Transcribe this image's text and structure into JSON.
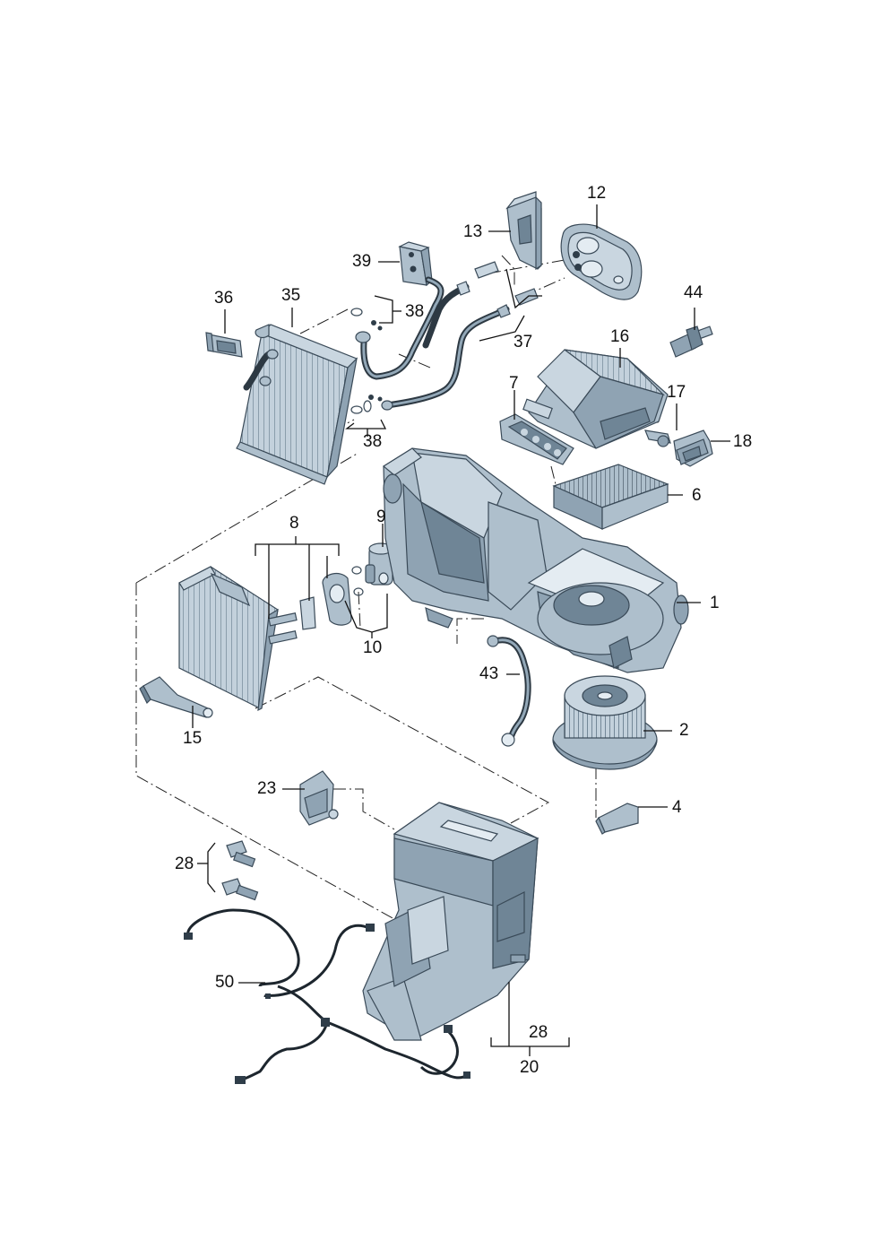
{
  "diagram": {
    "callouts": [
      {
        "id": "c1",
        "label": "1"
      },
      {
        "id": "c2",
        "label": "2"
      },
      {
        "id": "c4",
        "label": "4"
      },
      {
        "id": "c6",
        "label": "6"
      },
      {
        "id": "c7",
        "label": "7"
      },
      {
        "id": "c8",
        "label": "8"
      },
      {
        "id": "c9",
        "label": "9"
      },
      {
        "id": "c10",
        "label": "10"
      },
      {
        "id": "c12",
        "label": "12"
      },
      {
        "id": "c13",
        "label": "13"
      },
      {
        "id": "c15",
        "label": "15"
      },
      {
        "id": "c16",
        "label": "16"
      },
      {
        "id": "c17",
        "label": "17"
      },
      {
        "id": "c18",
        "label": "18"
      },
      {
        "id": "c20",
        "label": "20"
      },
      {
        "id": "c23",
        "label": "23"
      },
      {
        "id": "c28a",
        "label": "28"
      },
      {
        "id": "c28b",
        "label": "28"
      },
      {
        "id": "c35",
        "label": "35"
      },
      {
        "id": "c36",
        "label": "36"
      },
      {
        "id": "c37",
        "label": "37"
      },
      {
        "id": "c38a",
        "label": "38"
      },
      {
        "id": "c38b",
        "label": "38"
      },
      {
        "id": "c39",
        "label": "39"
      },
      {
        "id": "c43",
        "label": "43"
      },
      {
        "id": "c44",
        "label": "44"
      },
      {
        "id": "c50",
        "label": "50"
      }
    ]
  }
}
